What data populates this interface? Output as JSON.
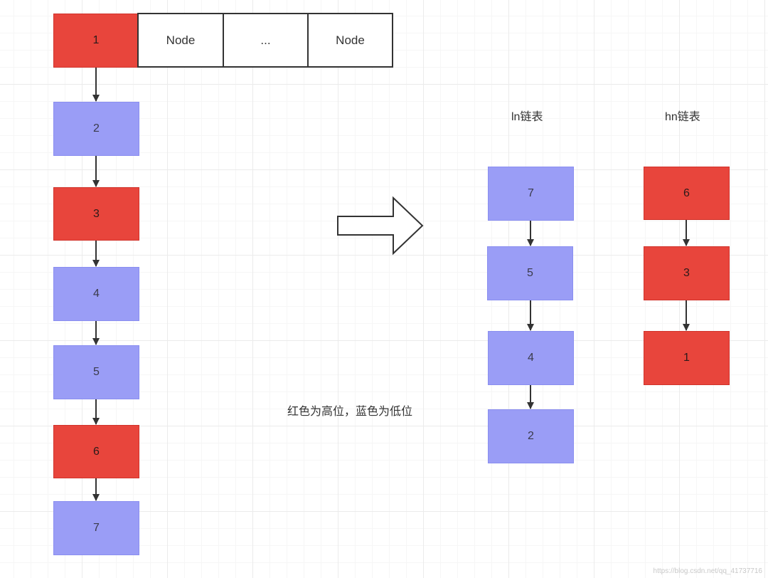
{
  "header_row": {
    "first": "1",
    "node_a": "Node",
    "ellipsis": "...",
    "node_b": "Node"
  },
  "chain": [
    "2",
    "3",
    "4",
    "5",
    "6",
    "7"
  ],
  "ln_list": {
    "title": "ln链表",
    "nodes": [
      "7",
      "5",
      "4",
      "2"
    ]
  },
  "hn_list": {
    "title": "hn链表",
    "nodes": [
      "6",
      "3",
      "1"
    ]
  },
  "note": "红色为高位，蓝色为低位",
  "watermark": "https://blog.csdn.net/qq_41737716",
  "colors": {
    "high_red": "#e8453c",
    "low_blue": "#9a9df6",
    "arrow": "#333333"
  }
}
